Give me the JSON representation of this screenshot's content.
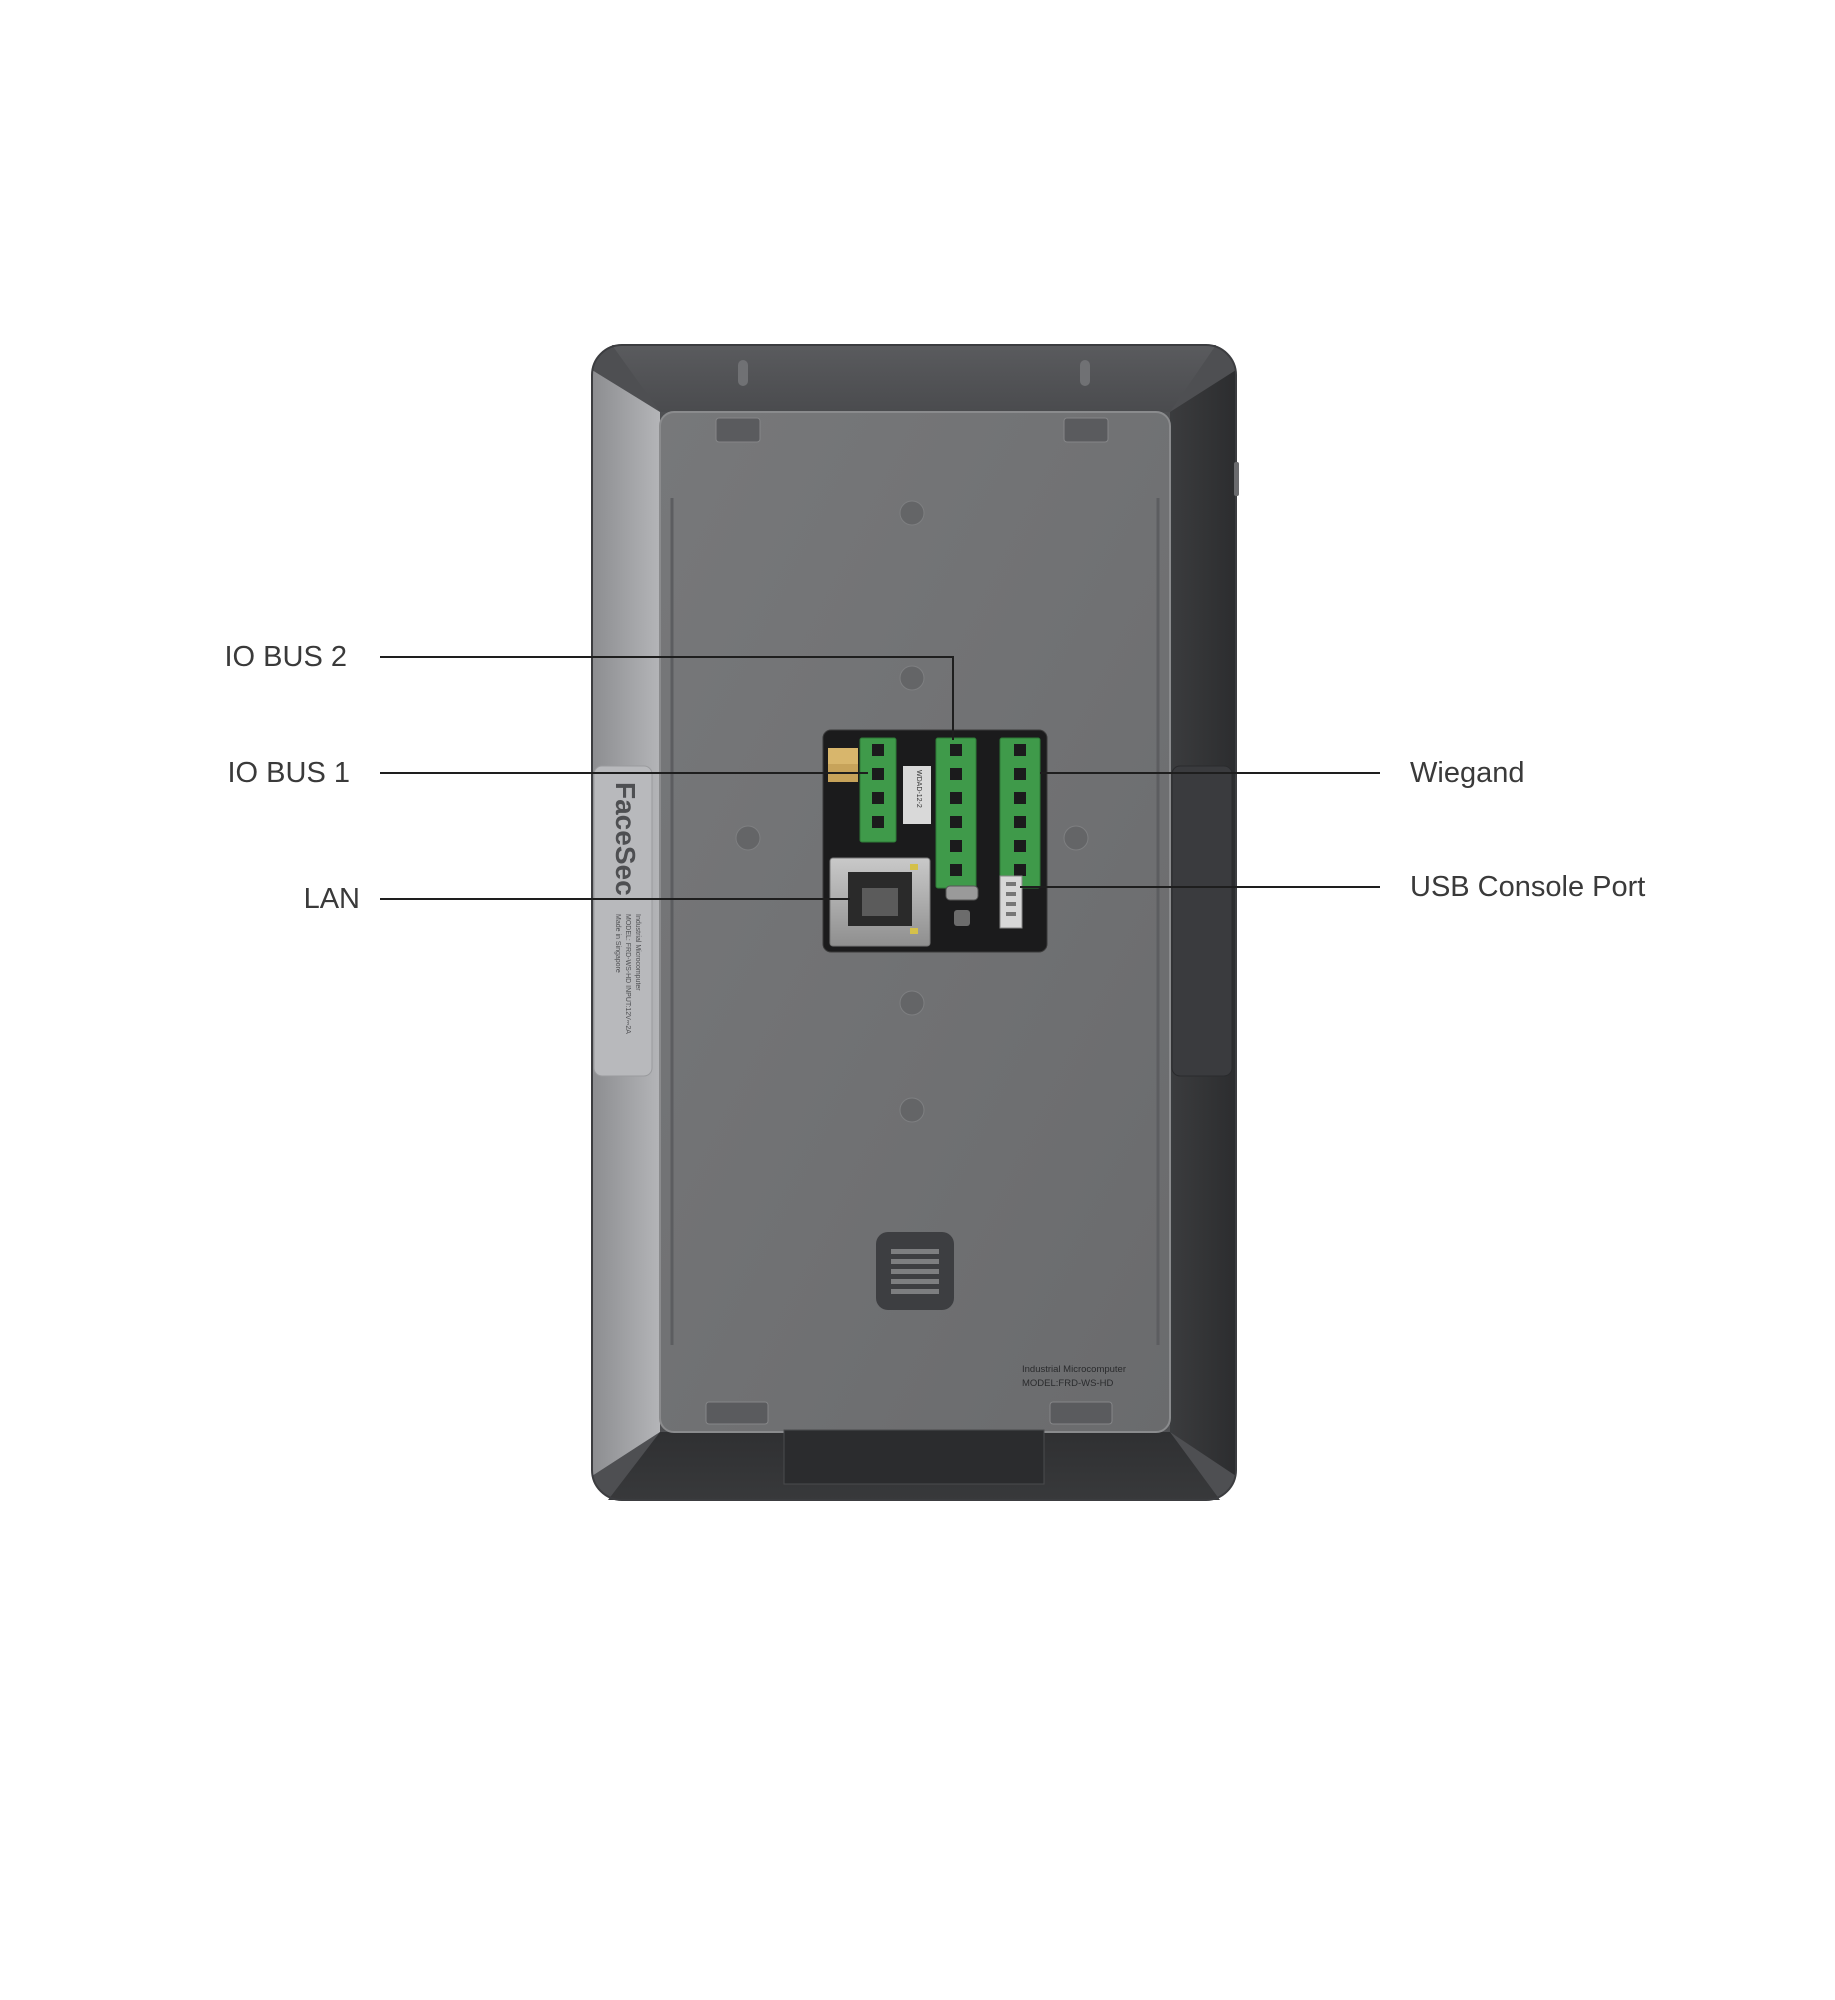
{
  "callouts": {
    "io_bus_2": "IO BUS 2",
    "io_bus_1": "IO BUS 1",
    "lan": "LAN",
    "wiegand": "Wiegand",
    "usb_console_port": "USB Console Port"
  },
  "device": {
    "side_label": {
      "brand": "FaceSec",
      "line1": "Industrial Microcomputer",
      "line2": "MODEL: FRD-WS-HD  INPUT:12V⎓2A",
      "line3": "Made in Singapore"
    },
    "back_label": {
      "line1": "Industrial Microcomputer",
      "line2": "MODEL:FRD-WS-HD"
    },
    "pcb_marking": "WDAD-12-2"
  },
  "colors": {
    "housing": "#505154",
    "back_panel": "#6f7072",
    "connector_green": "#3f9a4a",
    "pcb": "#1a1a1a",
    "label_text": "#3a3a3a",
    "leader_line": "#1e1e1e"
  }
}
